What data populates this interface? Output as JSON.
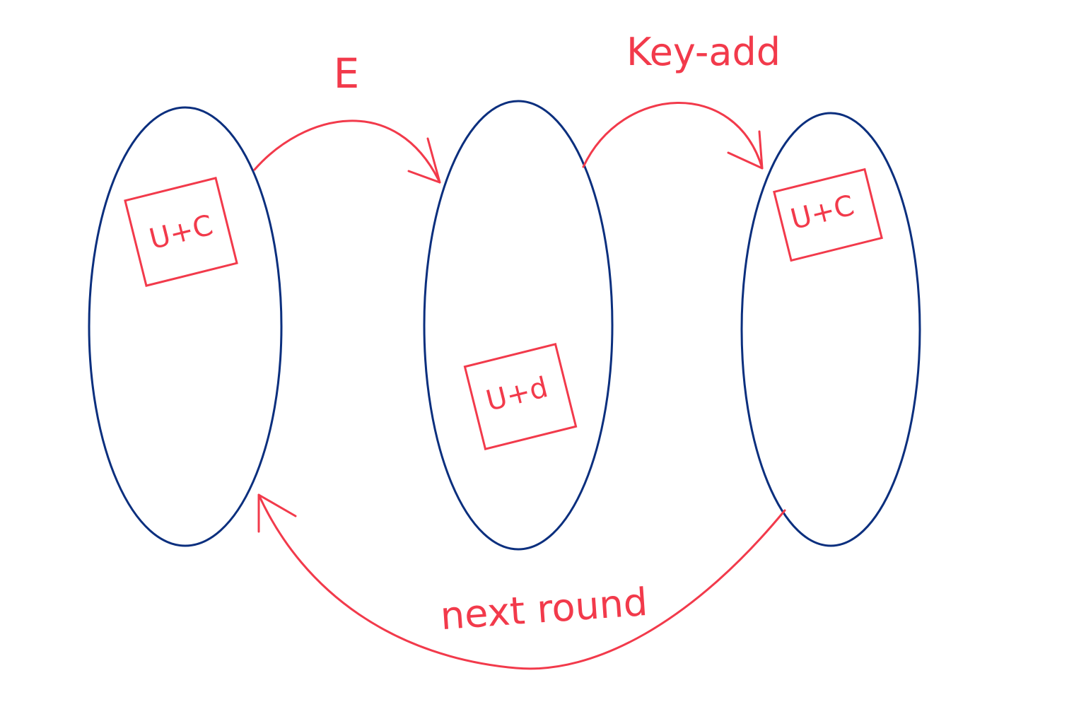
{
  "colors": {
    "background": "#ffffff",
    "set_outline": "#0b2f7e",
    "annotation": "#f23a4b"
  },
  "arrows": {
    "encrypt_label": "E",
    "key_add_label": "Key-add",
    "next_round_label": "next round"
  },
  "boxes": {
    "left_label": "U+C",
    "middle_label": "U+d",
    "right_label": "U+C"
  }
}
